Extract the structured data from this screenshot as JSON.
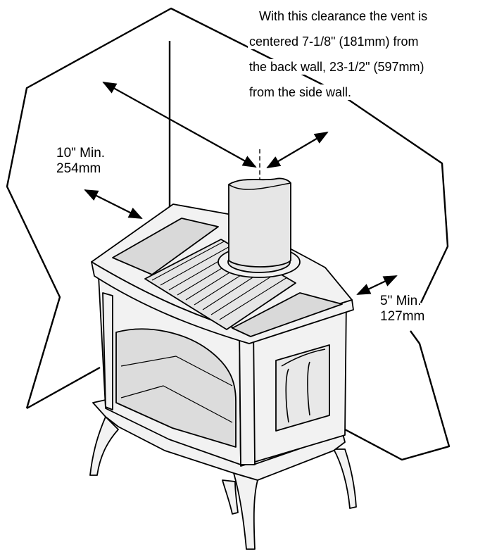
{
  "note": {
    "lines": [
      "With this clearance the vent is",
      "centered 7-1/8\"  (181mm) from",
      "the back wall, 23-1/2\" (597mm)",
      "from the side wall."
    ]
  },
  "left_clearance": {
    "line1": "10\" Min.",
    "line2": "254mm"
  },
  "right_clearance": {
    "line1": "5\" Min.",
    "line2": "127mm"
  },
  "colors": {
    "ink": "#000000",
    "stove_fill": "#f2f2f2",
    "panel_fill": "#d9d9d9",
    "glass_fill": "#dcdcdc",
    "flue_fill": "#e6e6e6"
  }
}
